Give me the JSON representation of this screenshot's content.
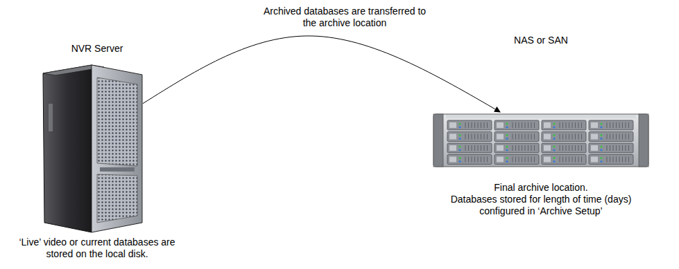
{
  "diagram": {
    "nodes": [
      {
        "text": [
          "NVR Server",
          "‘Live’ video or current databases are stored on the local disk."
        ]
      },
      {
        "text": [
          "NAS or SAN",
          "Final archive location.",
          "Databases stored for length of time (days) configured in ‘Archive Setup’"
        ]
      }
    ],
    "edges": [
      {
        "from": 0,
        "to": 1,
        "arrow": "to",
        "label": "Archived databases are transferred to the archive location"
      }
    ]
  }
}
